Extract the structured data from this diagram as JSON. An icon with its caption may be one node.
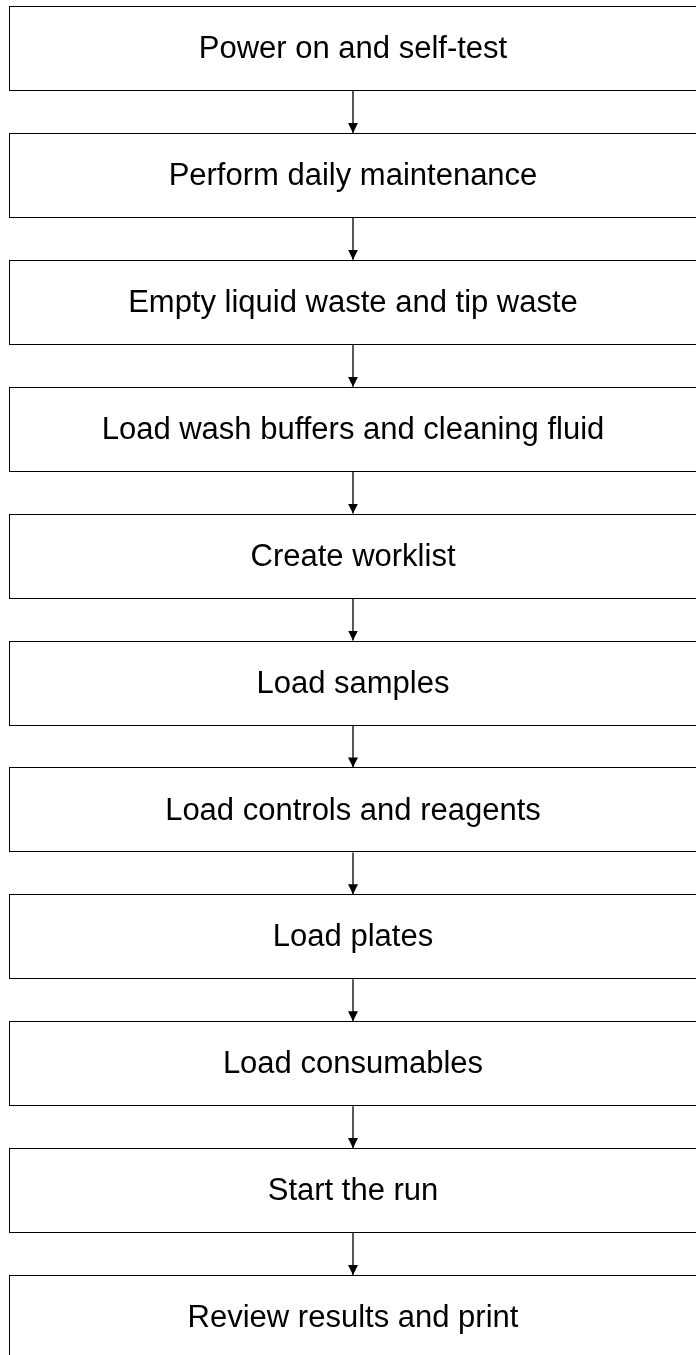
{
  "diagram": {
    "nodes": [
      {
        "text": [
          "Power on and self-test"
        ]
      },
      {
        "text": [
          "Perform daily maintenance"
        ]
      },
      {
        "text": [
          "Empty liquid waste and tip waste"
        ]
      },
      {
        "text": [
          "Load wash buffers and cleaning fluid"
        ]
      },
      {
        "text": [
          "Create worklist"
        ]
      },
      {
        "text": [
          "Load samples"
        ]
      },
      {
        "text": [
          "Load controls and reagents"
        ]
      },
      {
        "text": [
          "Load plates"
        ]
      },
      {
        "text": [
          "Load consumables"
        ]
      },
      {
        "text": [
          "Start the run"
        ]
      },
      {
        "text": [
          "Review results and print"
        ]
      }
    ],
    "edges": [
      {
        "from": 0,
        "to": 1,
        "arrow": "to"
      },
      {
        "from": 1,
        "to": 2,
        "arrow": "to"
      },
      {
        "from": 2,
        "to": 3,
        "arrow": "to"
      },
      {
        "from": 3,
        "to": 4,
        "arrow": "to"
      },
      {
        "from": 4,
        "to": 5,
        "arrow": "to"
      },
      {
        "from": 5,
        "to": 6,
        "arrow": "to"
      },
      {
        "from": 6,
        "to": 7,
        "arrow": "to"
      },
      {
        "from": 7,
        "to": 8,
        "arrow": "to"
      },
      {
        "from": 8,
        "to": 9,
        "arrow": "to"
      },
      {
        "from": 9,
        "to": 10,
        "arrow": "to"
      }
    ]
  }
}
